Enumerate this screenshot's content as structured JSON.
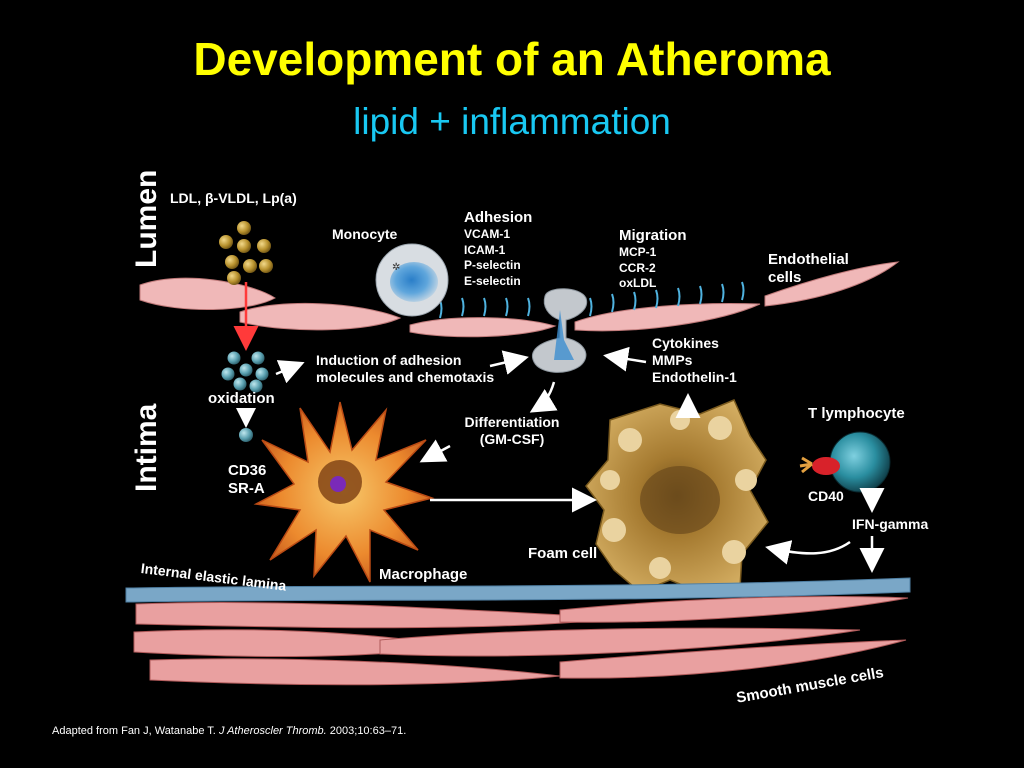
{
  "title": "Development of an Atheroma",
  "subtitle": "lipid + inflammation",
  "regions": {
    "lumen": "Lumen",
    "intima": "Intima"
  },
  "labels": {
    "lipoproteins": "LDL, β-VLDL, Lp(a)",
    "oxidation": "oxidation",
    "monocyte": "Monocyte",
    "adhesion_title": "Adhesion",
    "adhesion_items": [
      "VCAM-1",
      "ICAM-1",
      "P-selectin",
      "E-selectin"
    ],
    "migration_title": "Migration",
    "migration_items": [
      "MCP-1",
      "CCR-2",
      "oxLDL"
    ],
    "endothelial_line1": "Endothelial",
    "endothelial_line2": "cells",
    "induction_line1": "Induction of adhesion",
    "induction_line2": "molecules and chemotaxis",
    "cytokines_items": [
      "Cytokines",
      "MMPs",
      "Endothelin-1"
    ],
    "differentiation_line1": "Differentiation",
    "differentiation_line2": "(GM-CSF)",
    "t_lymphocyte": "T lymphocyte",
    "cd36": "CD36",
    "sra": "SR-A",
    "cd40": "CD40",
    "ifn_gamma": "IFN-gamma",
    "foam_cell": "Foam cell",
    "macrophage": "Macrophage",
    "internal_elastic_lamina": "Internal elastic lamina",
    "smooth_muscle_cells": "Smooth muscle cells"
  },
  "reference": {
    "prefix": "Adapted from Fan J, Watanabe T. ",
    "journal": "J Atheroscler Thromb.",
    "suffix": " 2003;10:63–71."
  },
  "colors": {
    "title": "#ffff00",
    "subtitle": "#19c8f2",
    "endothelium": "#f0b8b8",
    "lamina": "#7aa7c7",
    "smooth_muscle": "#e9a0a0",
    "glycocalyx": "#4fb3e0",
    "lipid_particle": "#b8922e",
    "oxidized_particle": "#5aa0b0",
    "foam_cell": "#c89848",
    "macrophage": "#e87a28",
    "arrow_red": "#ff3a3a"
  }
}
